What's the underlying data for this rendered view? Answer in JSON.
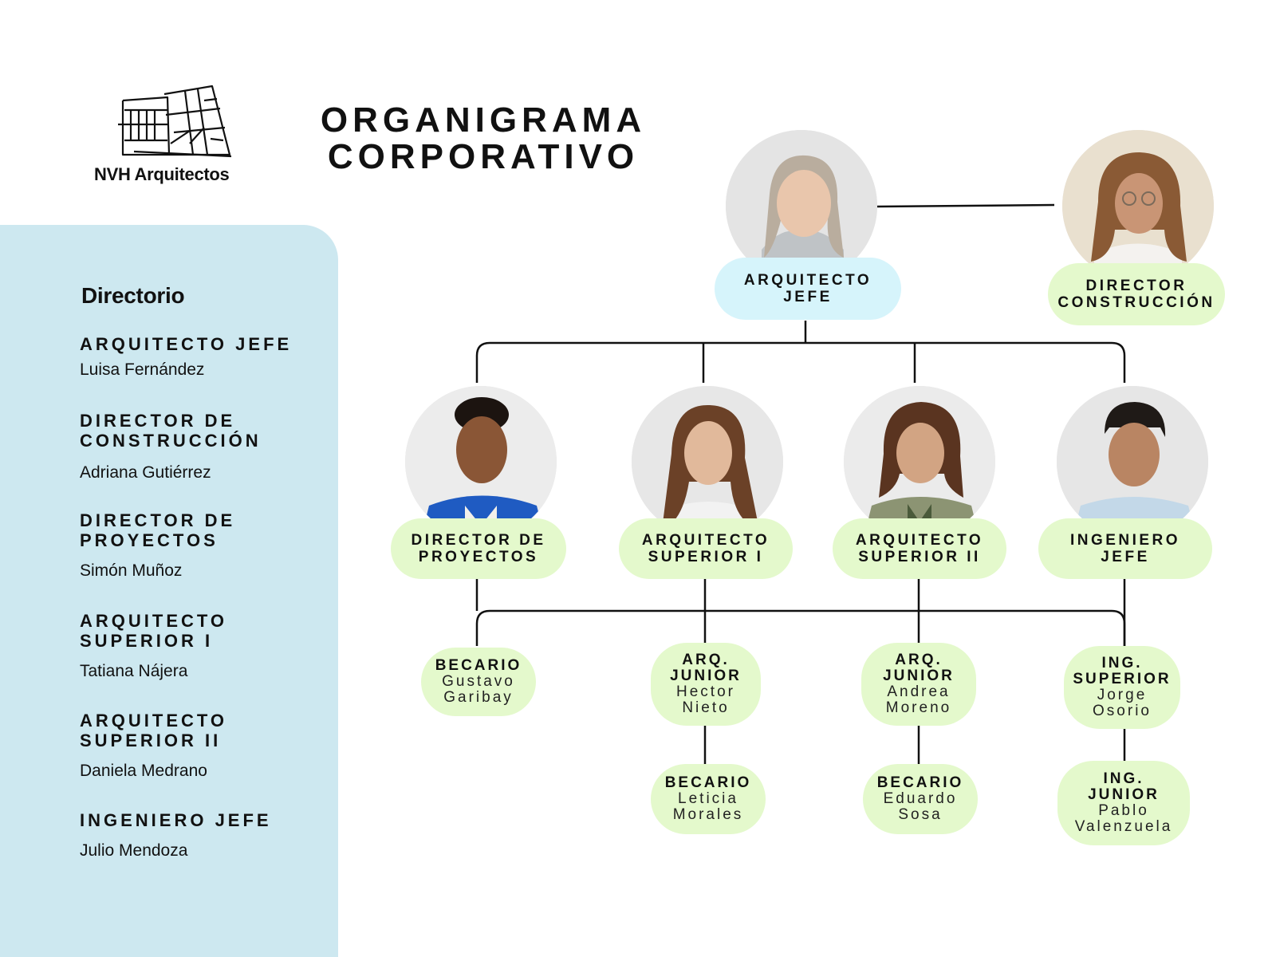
{
  "logo": {
    "name": "NVH Arquitectos",
    "icon": "building-plan-icon"
  },
  "title": {
    "line1": "ORGANIGRAMA",
    "line2": "CORPORATIVO"
  },
  "directory": {
    "title": "Directorio",
    "entries": [
      {
        "role": "ARQUITECTO JEFE",
        "name": "Luisa Fernández"
      },
      {
        "role": "DIRECTOR DE CONSTRUCCIÓN",
        "name": "Adriana Gutiérrez"
      },
      {
        "role": "DIRECTOR DE PROYECTOS",
        "name": "Simón Muñoz"
      },
      {
        "role": "ARQUITECTO SUPERIOR I",
        "name": "Tatiana Nájera"
      },
      {
        "role": "ARQUITECTO SUPERIOR II",
        "name": "Daniela Medrano"
      },
      {
        "role": "INGENIERO JEFE",
        "name": "Julio Mendoza"
      }
    ]
  },
  "chart": {
    "top": [
      {
        "label": "ARQUITECTO JEFE",
        "photo": "portrait-woman-blonde"
      },
      {
        "label": "DIRECTOR CONSTRUCCIÓN",
        "photo": "portrait-woman-curly-glasses"
      }
    ],
    "middle": [
      {
        "label": "DIRECTOR DE PROYECTOS",
        "photo": "portrait-man-blue-jacket"
      },
      {
        "label": "ARQUITECTO SUPERIOR I",
        "photo": "portrait-woman-long-hair"
      },
      {
        "label": "ARQUITECTO SUPERIOR II",
        "photo": "portrait-woman-olive-blazer"
      },
      {
        "label": "INGENIERO JEFE",
        "photo": "portrait-man-light-shirt"
      }
    ],
    "level3": [
      {
        "role": "BECARIO",
        "name": "Gustavo Garibay"
      },
      {
        "role": "ARQ. JUNIOR",
        "name": "Hector Nieto"
      },
      {
        "role": "ARQ. JUNIOR",
        "name": "Andrea Moreno"
      },
      {
        "role": "ING. SUPERIOR",
        "name": "Jorge Osorio"
      }
    ],
    "level4": [
      {
        "role": "BECARIO",
        "name": "Leticia Morales"
      },
      {
        "role": "BECARIO",
        "name": "Eduardo Sosa"
      },
      {
        "role": "ING. JUNIOR",
        "name": "Pablo Valenzuela"
      }
    ]
  },
  "colors": {
    "sidebar": "#cde8f0",
    "pill_green": "#e4f9cc",
    "pill_blue": "#d6f4fb",
    "line": "#111111"
  }
}
